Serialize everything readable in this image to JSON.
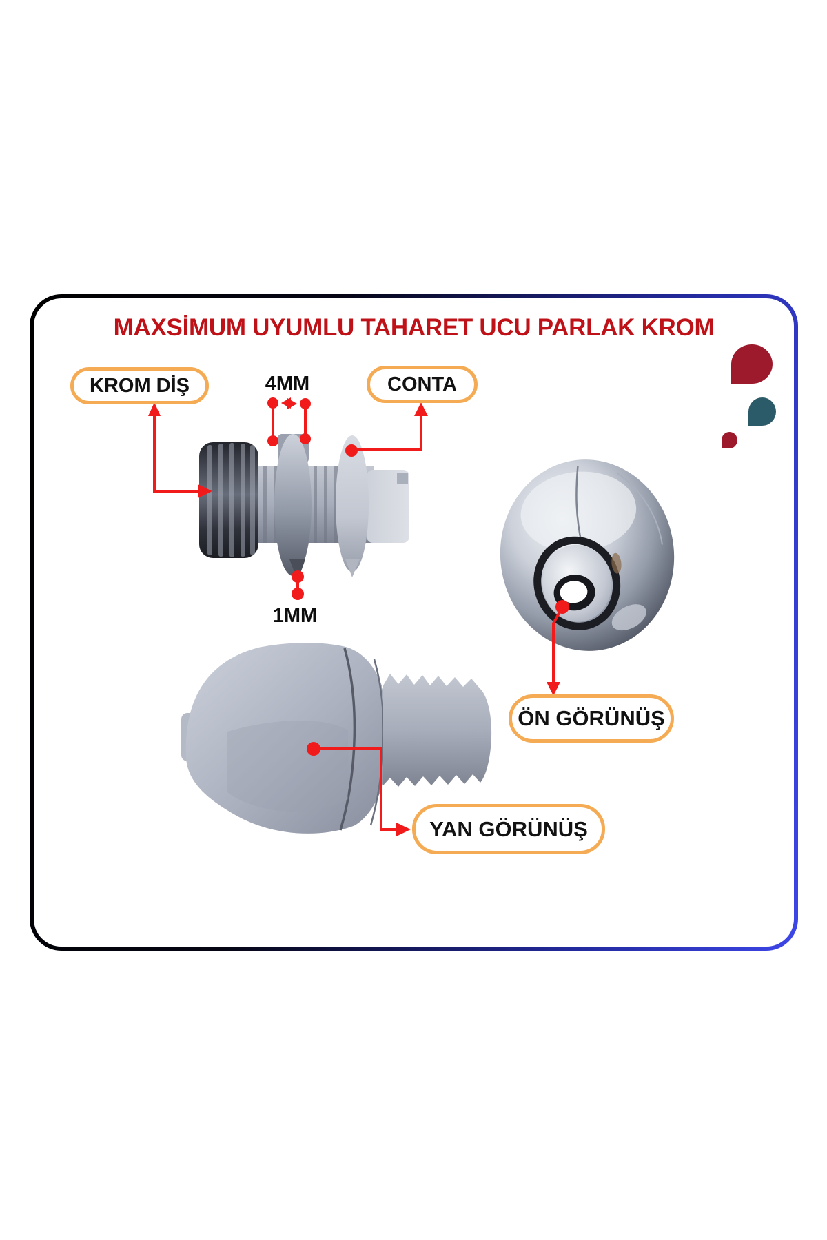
{
  "title": {
    "text": "MAXSİMUM UYUMLU TAHARET UCU PARLAK KROM",
    "color": "#be1118"
  },
  "labels": {
    "krom_dis": "KROM DİŞ",
    "conta": "CONTA",
    "on_gorunus": "ÖN GÖRÜNÜŞ",
    "yan_gorunus": "YAN GÖRÜNÜŞ"
  },
  "measurements": {
    "thread_gap": "4MM",
    "flange_thickness": "1MM"
  },
  "colors": {
    "title_red": "#be1118",
    "label_pill_border": "#f4ab54",
    "label_text": "#121212",
    "annotation_red": "#f11b1b",
    "frame_border_left": "#000000",
    "frame_border_right": "#3d46e8",
    "decor_drop_red": "#9c1a2c",
    "decor_drop_teal": "#2b5b68",
    "background": "#ffffff"
  },
  "decor": {
    "drops": [
      {
        "name": "large-red-drop",
        "color": "#9c1a2c"
      },
      {
        "name": "teal-drop",
        "color": "#2b5b68"
      },
      {
        "name": "small-red-drop",
        "color": "#9c1a2c"
      }
    ]
  },
  "figures": {
    "fitting_top": "threaded chrome fitting side view",
    "front_view": "chrome nozzle ball front view",
    "side_view": "nozzle cap side view"
  }
}
